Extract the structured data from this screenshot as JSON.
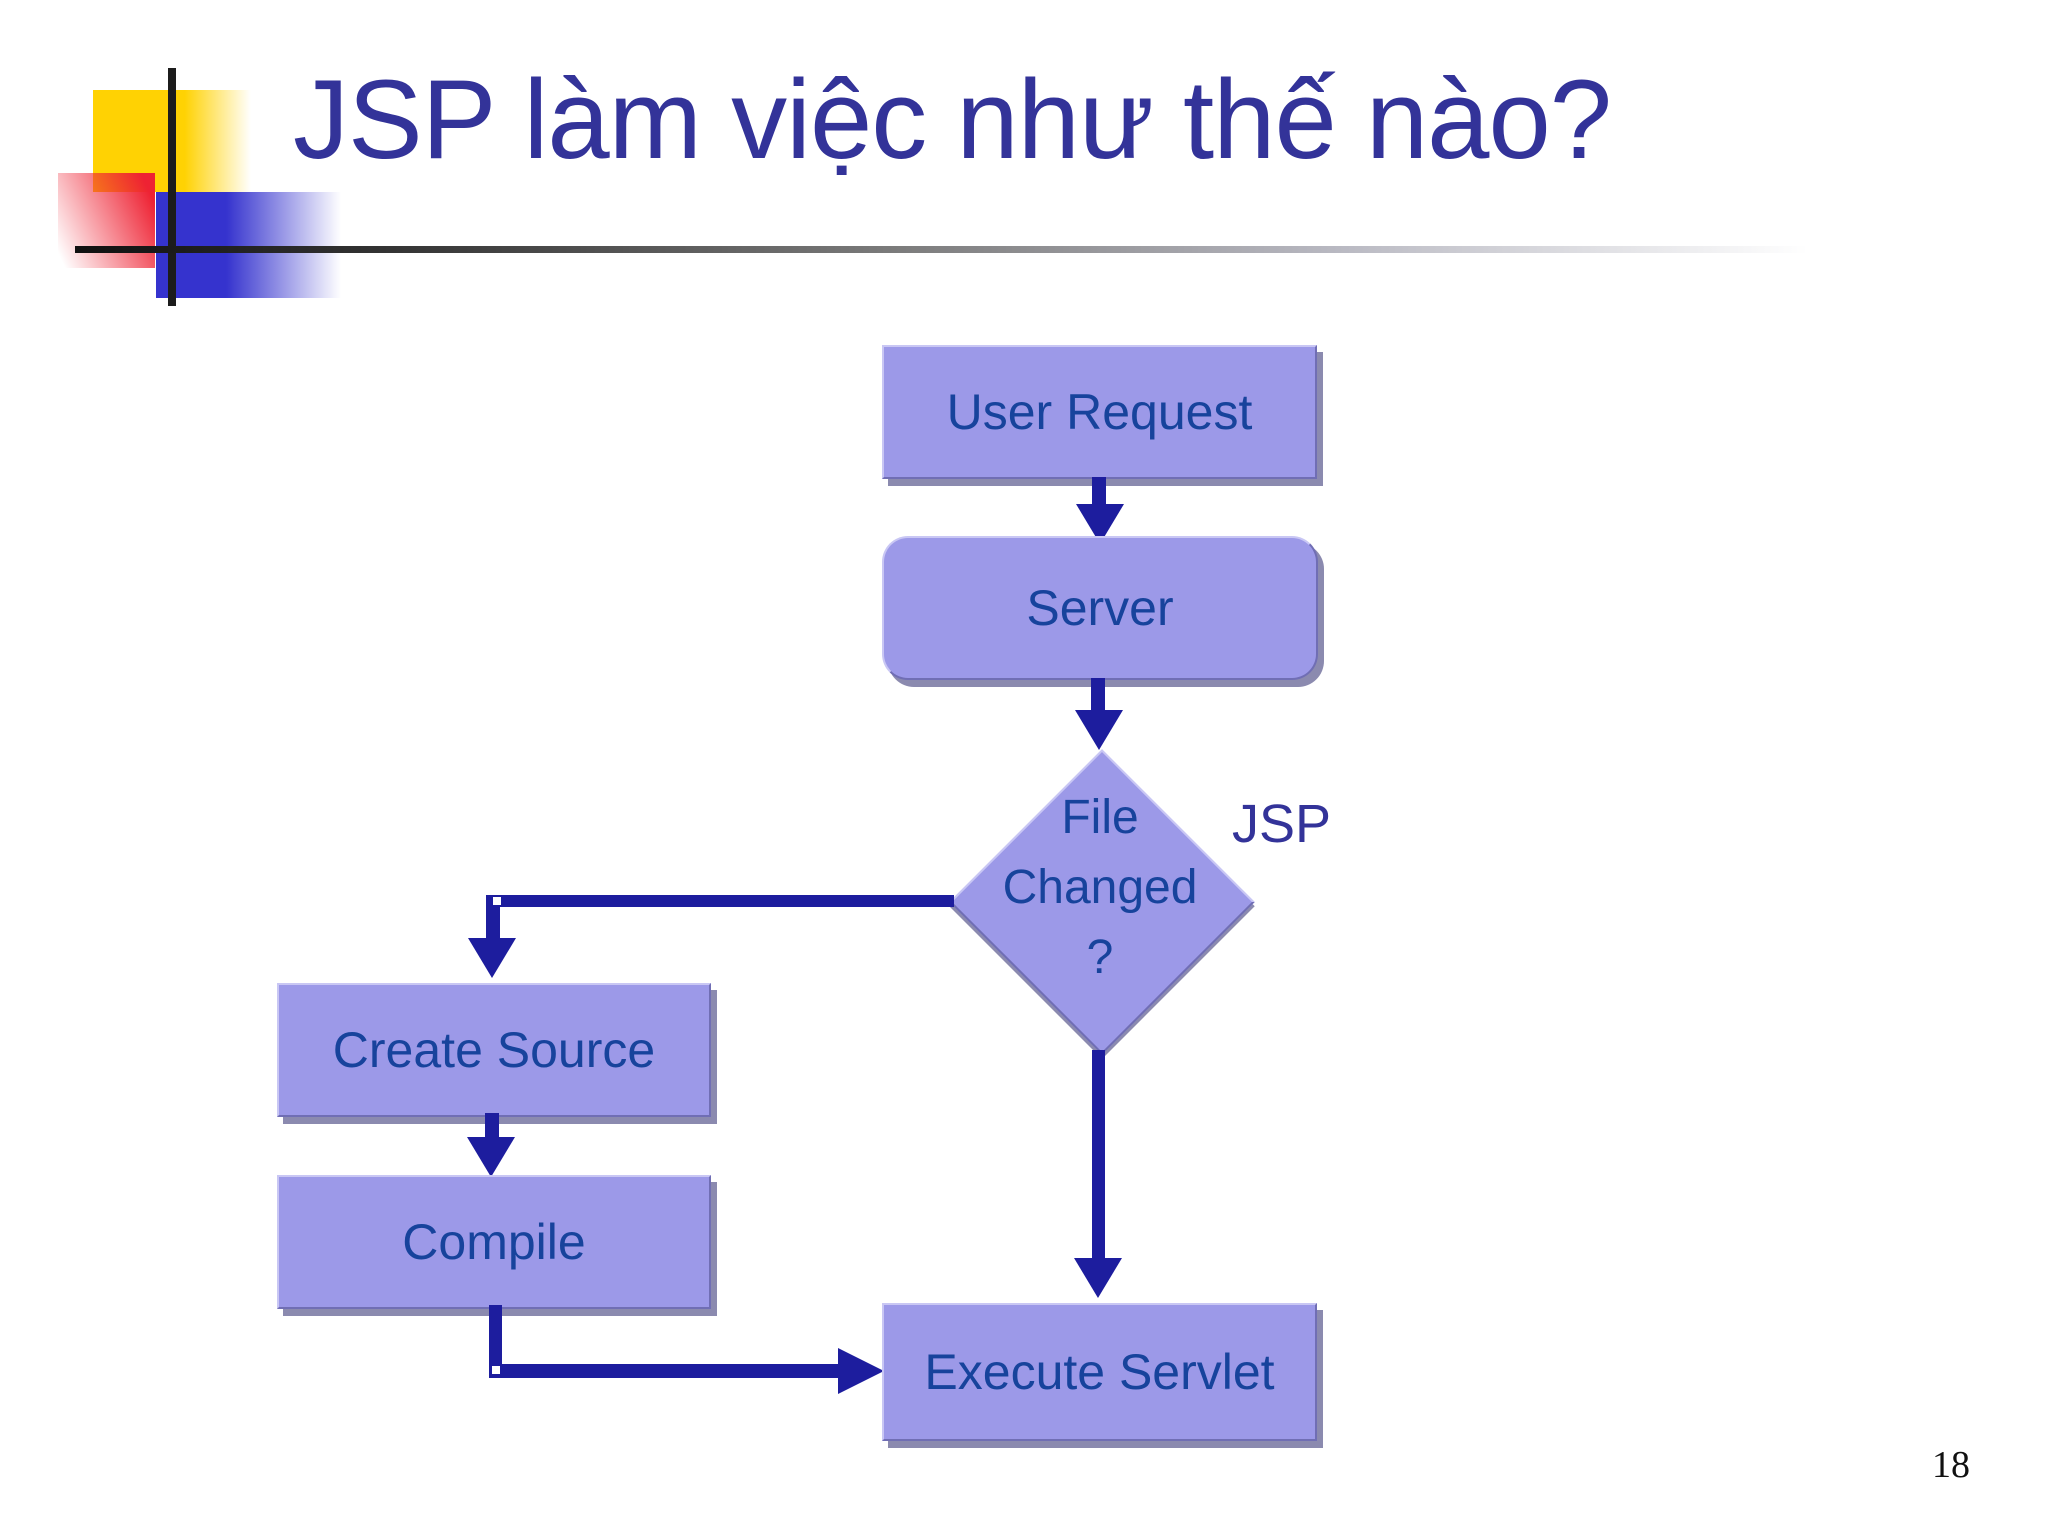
{
  "slide": {
    "title": "JSP làm việc như thế nào?",
    "page_number": "18"
  },
  "flowchart": {
    "user_request": "User Request",
    "server": "Server",
    "decision_lines": [
      "File",
      "Changed",
      "?"
    ],
    "jsp_annotation": "JSP",
    "create_source": "Create Source",
    "compile": "Compile",
    "execute_servlet": "Execute Servlet"
  },
  "colors": {
    "background": "#FFFFFF",
    "title_text": "#333399",
    "node_fill": "#9C99E8",
    "node_border_light": "#C9C7F4",
    "node_border_dark": "#706EB4",
    "node_shadow": "#8B8AAF",
    "node_text": "#17439C",
    "arrow": "#1D1D9E",
    "accent_yellow": "#FFD203",
    "accent_red": "#EE2233",
    "accent_blue": "#3533CE",
    "page_number_text": "#111111"
  }
}
